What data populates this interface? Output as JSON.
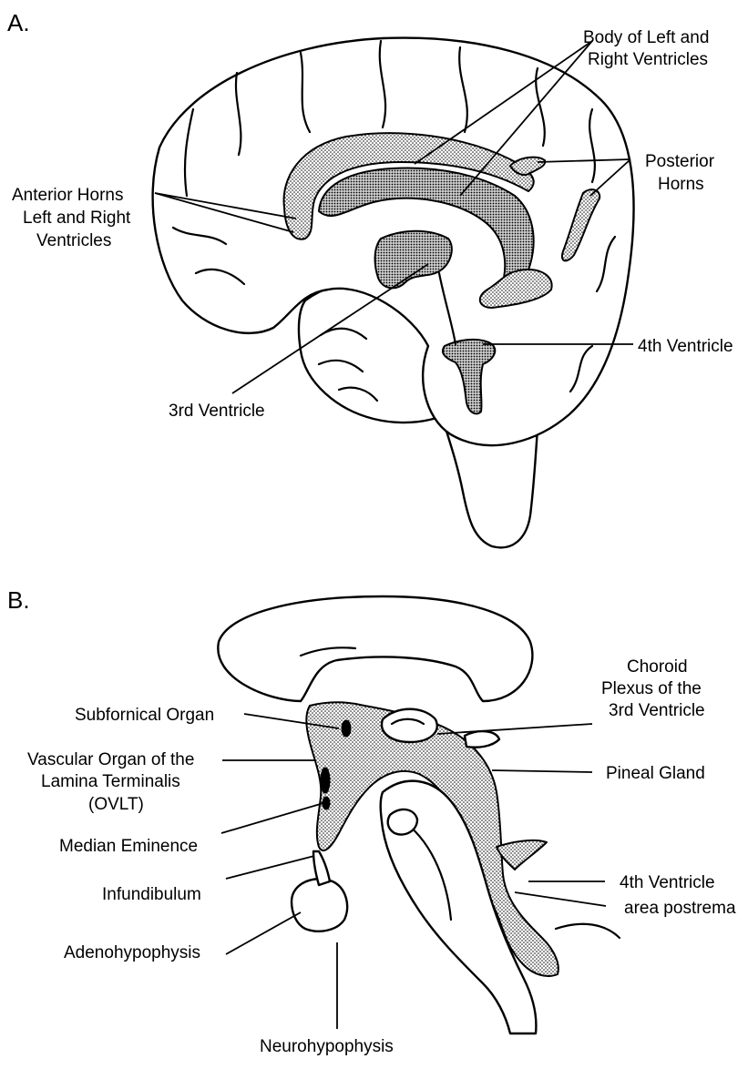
{
  "panel_a": {
    "letter": "A.",
    "labels": {
      "body_ventricles_1": "Body of Left and",
      "body_ventricles_2": "Right Ventricles",
      "posterior_horns_1": "Posterior",
      "posterior_horns_2": "Horns",
      "anterior_horns_1": "Anterior Horns",
      "anterior_horns_2": "Left and Right",
      "anterior_horns_3": "Ventricles",
      "fourth_ventricle": "4th Ventricle",
      "third_ventricle": "3rd Ventricle"
    }
  },
  "panel_b": {
    "letter": "B.",
    "labels": {
      "choroid_1": "Choroid",
      "choroid_2": "Plexus of the",
      "choroid_3": "3rd Ventricle",
      "subfornical": "Subfornical Organ",
      "ovlt_1": "Vascular Organ of the",
      "ovlt_2": "Lamina Terminalis",
      "ovlt_3": "(OVLT)",
      "pineal": "Pineal Gland",
      "median_eminence": "Median Eminence",
      "infundibulum": "Infundibulum",
      "fourth_ventricle": "4th Ventricle",
      "area_postrema": "area postrema",
      "adenohypophysis": "Adenohypophysis",
      "neurohypophysis": "Neurohypophysis"
    }
  }
}
